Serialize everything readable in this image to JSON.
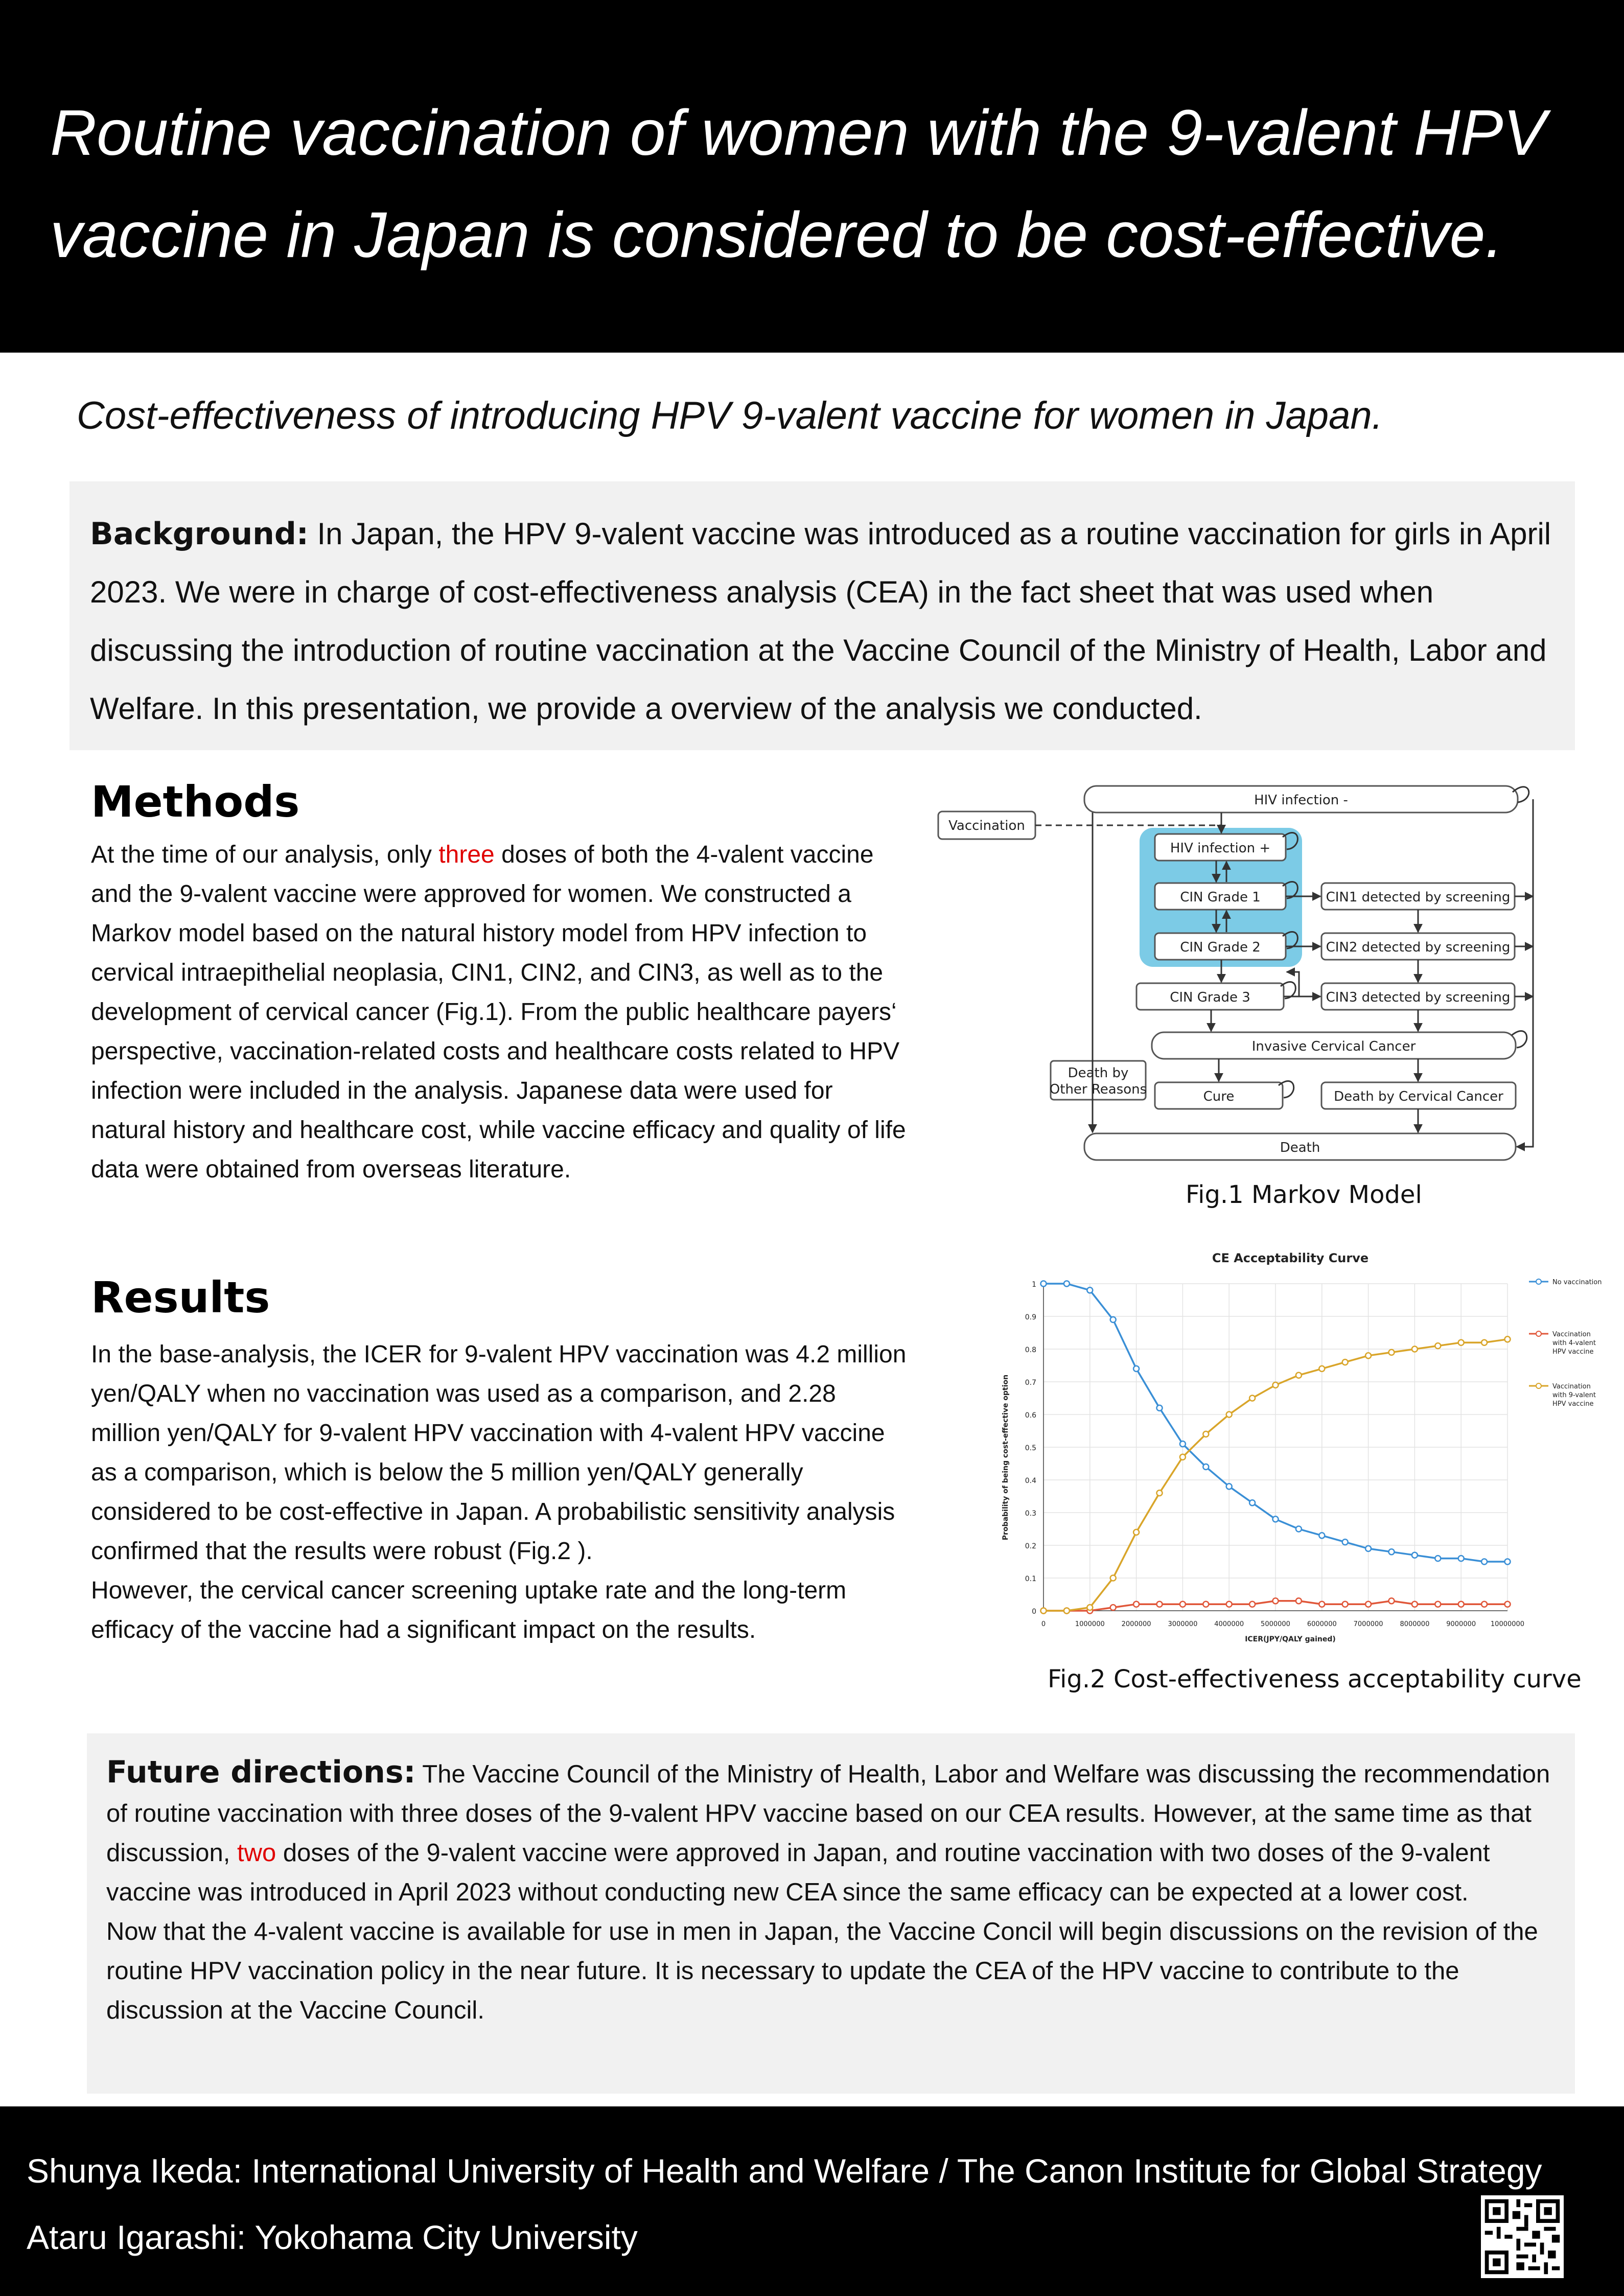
{
  "header": {
    "title_line1": "Routine vaccination of women with the 9-valent HPV",
    "title_line2": "vaccine in Japan is considered to be cost-effective."
  },
  "subtitle": "Cost-effectiveness of introducing HPV 9-valent vaccine for women in Japan.",
  "background": {
    "label": "Background:",
    "text": " In Japan, the HPV 9-valent vaccine was introduced as a routine vaccination for girls in April 2023. We were in charge of cost-effectiveness analysis (CEA) in the fact sheet that was used when discussing the introduction of routine vaccination at the Vaccine Council of the Ministry of Health, Labor and Welfare. In this presentation, we provide a overview of the analysis we conducted."
  },
  "methods": {
    "heading": "Methods",
    "text_before": "At the time of our analysis, only ",
    "highlight": "three",
    "text_after": " doses of both the 4-valent vaccine and the 9-valent vaccine were approved for women. We constructed a Markov model based on the natural history model from HPV infection to cervical intraepithelial neoplasia, CIN1, CIN2, and CIN3, as well as to the development of cervical cancer (Fig.1). From the public healthcare payers‘ perspective, vaccination-related costs and healthcare costs related to HPV infection were included in the analysis. Japanese data were used for natural history and healthcare cost, while vaccine efficacy and quality of life data were obtained from overseas literature."
  },
  "markov": {
    "caption": "Fig.1  Markov Model",
    "vaccination": "Vaccination",
    "hiv_neg": "HIV infection -",
    "hiv_pos": "HIV infection +",
    "cin1": "CIN Grade 1",
    "cin2": "CIN Grade 2",
    "cin3": "CIN Grade 3",
    "cin1_det": "CIN1 detected by screening",
    "cin2_det": "CIN2 detected by screening",
    "cin3_det": "CIN3 detected by screening",
    "invasive": "Invasive Cervical Cancer",
    "death_other_1": "Death by",
    "death_other_2": "Other Reasons",
    "cure": "Cure",
    "death_cc": "Death by Cervical Cancer",
    "death": "Death"
  },
  "results": {
    "heading": "Results",
    "text": "In the base-analysis, the ICER for 9-valent HPV vaccination was 4.2 million yen/QALY when no vaccination was used as a comparison, and 2.28 million yen/QALY for 9-valent HPV vaccination with 4-valent HPV vaccine as a comparison, which is below the 5 million yen/QALY generally considered to be cost-effective in Japan. A probabilistic sensitivity analysis confirmed that the results were robust (Fig.2 ).",
    "text2": "However, the cervical cancer screening uptake rate and the long-term efficacy of the vaccine had a significant impact on the results."
  },
  "chart_caption": "Fig.2  Cost-effectiveness acceptability curve",
  "chart_data": {
    "type": "line",
    "title": "CE Acceptability Curve",
    "xlabel": "ICER(JPY/QALY gained)",
    "ylabel": "Probability of being cost-effective option",
    "x": [
      0,
      500000,
      1000000,
      1500000,
      2000000,
      2500000,
      3000000,
      3500000,
      4000000,
      4500000,
      5000000,
      5500000,
      6000000,
      6500000,
      7000000,
      7500000,
      8000000,
      8500000,
      9000000,
      9500000,
      10000000
    ],
    "xticks": [
      "0",
      "1000000",
      "2000000",
      "3000000",
      "4000000",
      "5000000",
      "6000000",
      "7000000",
      "8000000",
      "9000000",
      "10000000"
    ],
    "yticks": [
      "0",
      "0.1",
      "0.2",
      "0.3",
      "0.4",
      "0.5",
      "0.6",
      "0.7",
      "0.8",
      "0.9",
      "1"
    ],
    "xlim": [
      0,
      10000000
    ],
    "ylim": [
      0,
      1
    ],
    "grid": true,
    "legend_position": "top-right",
    "series": [
      {
        "name": "No vaccination",
        "color": "#3a8fd6",
        "values": [
          1.0,
          1.0,
          0.98,
          0.89,
          0.74,
          0.62,
          0.51,
          0.44,
          0.38,
          0.33,
          0.28,
          0.25,
          0.23,
          0.21,
          0.19,
          0.18,
          0.17,
          0.16,
          0.16,
          0.15,
          0.15
        ]
      },
      {
        "name": "Vaccination with 4-valent HPV vaccine",
        "color": "#e0573a",
        "values": [
          0.0,
          0.0,
          0.0,
          0.01,
          0.02,
          0.02,
          0.02,
          0.02,
          0.02,
          0.02,
          0.03,
          0.03,
          0.02,
          0.02,
          0.02,
          0.03,
          0.02,
          0.02,
          0.02,
          0.02,
          0.02
        ]
      },
      {
        "name": "Vaccination with 9-valent HPV vaccine",
        "color": "#d9a52a",
        "values": [
          0.0,
          0.0,
          0.01,
          0.1,
          0.24,
          0.36,
          0.47,
          0.54,
          0.6,
          0.65,
          0.69,
          0.72,
          0.74,
          0.76,
          0.78,
          0.79,
          0.8,
          0.81,
          0.82,
          0.82,
          0.83
        ]
      }
    ]
  },
  "future": {
    "label": "Future directions:",
    "text1": " The Vaccine Council of the Ministry of Health, Labor and Welfare was discussing the recommendation of routine vaccination with three doses of the 9-valent HPV vaccine based on our CEA results. However, at the same time as that discussion, ",
    "highlight": "two",
    "text2": " doses of the 9-valent vaccine were approved in Japan, and routine vaccination with two doses of the 9-valent vaccine was introduced in April 2023 without conducting new CEA since the same efficacy can be expected at a lower cost.",
    "text3": "Now that the 4-valent vaccine is available for use in men in Japan, the Vaccine Concil will begin discussions on the revision of the routine HPV vaccination policy in the near future. It is necessary to update the CEA of the HPV vaccine to contribute to the discussion at the Vaccine Council."
  },
  "footer": {
    "author1": "Shunya Ikeda: International University of Health and Welfare / The Canon Institute for Global Strategy",
    "author2": "Ataru Igarashi: Yokohama City University"
  },
  "colors": {
    "banner": "#000000",
    "highlight": "#e00000",
    "box_bg": "#f1f1f1",
    "model_highlight": "#7ccbe6"
  }
}
